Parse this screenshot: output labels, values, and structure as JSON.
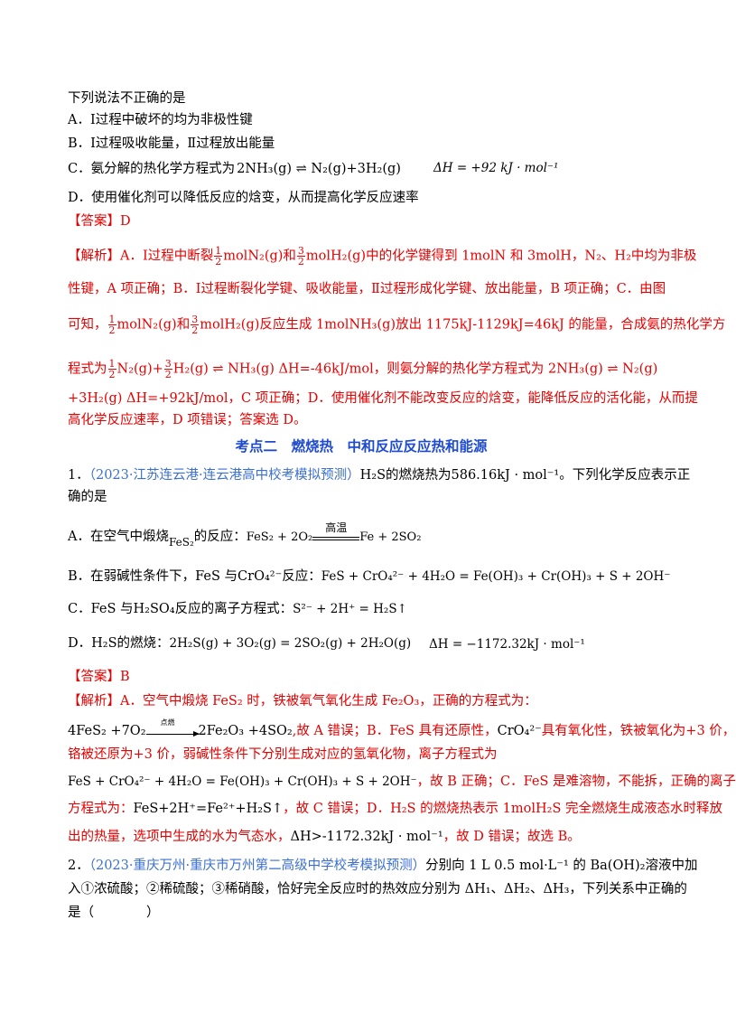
{
  "q_intro": "下列说法不正确的是",
  "opt_a": "A．Ⅰ过程中破坏的均为非极性键",
  "opt_b": "B．Ⅰ过程吸收能量，Ⅱ过程放出能量",
  "opt_c_prefix": "C．氨分解的热化学方程式为",
  "opt_c_eq": "2NH₃(g) ⇌ N₂(g)+3H₂(g)",
  "opt_c_dh": "ΔH = +92 kJ · mol⁻¹",
  "opt_d": "D．使用催化剂可以降低反应的焓变，从而提高化学反应速率",
  "ans1": "【答案】D",
  "exp1": {
    "l1_a": "【解析】A．Ⅰ过程中断裂",
    "l1_b": "molN₂(g)和",
    "l1_c": "molH₂(g)中的化学键得到 1molN 和 3molH，N₂、H₂中均为非极",
    "l2": "性键，A 项正确；B．Ⅰ过程断裂化学键、吸收能量，Ⅱ过程形成化学键、放出能量，B 项正确；C．由图",
    "l3_a": "可知，",
    "l3_b": "molN₂(g)和",
    "l3_c": "molH₂(g)反应生成 1molNH₃(g)放出 1175kJ-1129kJ=46kJ 的能量，合成氨的热化学方",
    "l4_a": "程式为",
    "l4_b": "N₂(g)+",
    "l4_c": "H₂(g) ⇌ NH₃(g)  ΔH=-46kJ/mol，则氨分解的热化学方程式为 2NH₃(g) ⇌ N₂(g)",
    "l5": "+3H₂(g)  ΔH=+92kJ/mol，C 项正确；D．使用催化剂不能改变反应的焓变，能降低反应的活化能，从而提",
    "l6": "高化学反应速率，D 项错误；答案选 D。",
    "f_one": "1",
    "f_three": "3",
    "f_two": "2"
  },
  "section_title": "考点二　燃烧热　中和反应反应热和能源",
  "q1": {
    "num": "1．",
    "src": "（2023·江苏连云港·连云港高中校考模拟预测）",
    "l1_rest": "H₂S的燃烧热为586.16kJ · mol⁻¹。下列化学反应表示正",
    "l2": "确的是",
    "a_prefix": "A．在空气中煅烧",
    "a_mid": "FeS₂",
    "a_suffix": "的反应：",
    "a_eq_l": "FeS₂ + 2O₂",
    "a_cond": "高温",
    "a_eq_r": "Fe + 2SO₂",
    "b_prefix": "B．在弱碱性条件下，FeS 与",
    "b_ion": "CrO₄²⁻",
    "b_mid": "反应：",
    "b_eq": "FeS + CrO₄²⁻ + 4H₂O = Fe(OH)₃ + Cr(OH)₃ + S + 2OH⁻",
    "c_prefix": "C．FeS 与",
    "c_acid": "H₂SO₄",
    "c_mid": "反应的离子方程式：",
    "c_eq": "S²⁻ + 2H⁺ = H₂S↑",
    "d_prefix": "D．",
    "d_mid": "H₂S",
    "d_suffix": "的燃烧：",
    "d_eq": "2H₂S(g) + 3O₂(g) = 2SO₂(g) + 2H₂O(g)",
    "d_dh": "ΔH = −1172.32kJ · mol⁻¹",
    "ans": "【答案】B",
    "e1": "【解析】A．空气中煅烧 FeS₂ 时，铁被氧气氧化生成 Fe₂O₃，正确的方程式为：",
    "e2_eq_l": "4FeS₂ +7O₂",
    "e2_cond": "点燃",
    "e2_eq_r": "2Fe₂O₃ +4SO₂",
    "e2_rest": ",故 A 错误；B．FeS 具有还原性，",
    "e2_ion": "CrO₄²⁻",
    "e2_tail": "具有氧化性，铁被氧化为+3 价，",
    "e3": "铬被还原为+3 价，弱碱性条件下分别生成对应的氢氧化物，离子方程式为",
    "e4_eq": "FeS + CrO₄²⁻ + 4H₂O = Fe(OH)₃ + Cr(OH)₃ + S + 2OH⁻",
    "e4_rest": "，故 B 正确；C．FeS 是难溶物，不能拆，正确的离子",
    "e5_a": "方程式为：",
    "e5_eq": "FeS+2H⁺=Fe²⁺+H₂S↑",
    "e5_b": "，故 C 错误；D．H₂S 的燃烧热表示 1molH₂S 完全燃烧生成液态水时释放",
    "e6_a": "出的热量，选项中生成的水为气态水，",
    "e6_dh": "ΔH>-1172.32kJ · mol⁻¹",
    "e6_b": "，故 D 错误；故选 B。"
  },
  "q2": {
    "num": "2．",
    "src": "（2023·重庆万州·重庆市万州第二高级中学校考模拟预测）",
    "l1_rest": "分别向 1 L 0.5 mol·L⁻¹ 的 Ba(OH)₂溶液中加",
    "l2": "入①浓硫酸；②稀硫酸；③稀硝酸，恰好完全反应时的热效应分别为 ΔH₁、ΔH₂、ΔH₃，下列关系中正确的",
    "l3": "是（　　　　）"
  }
}
